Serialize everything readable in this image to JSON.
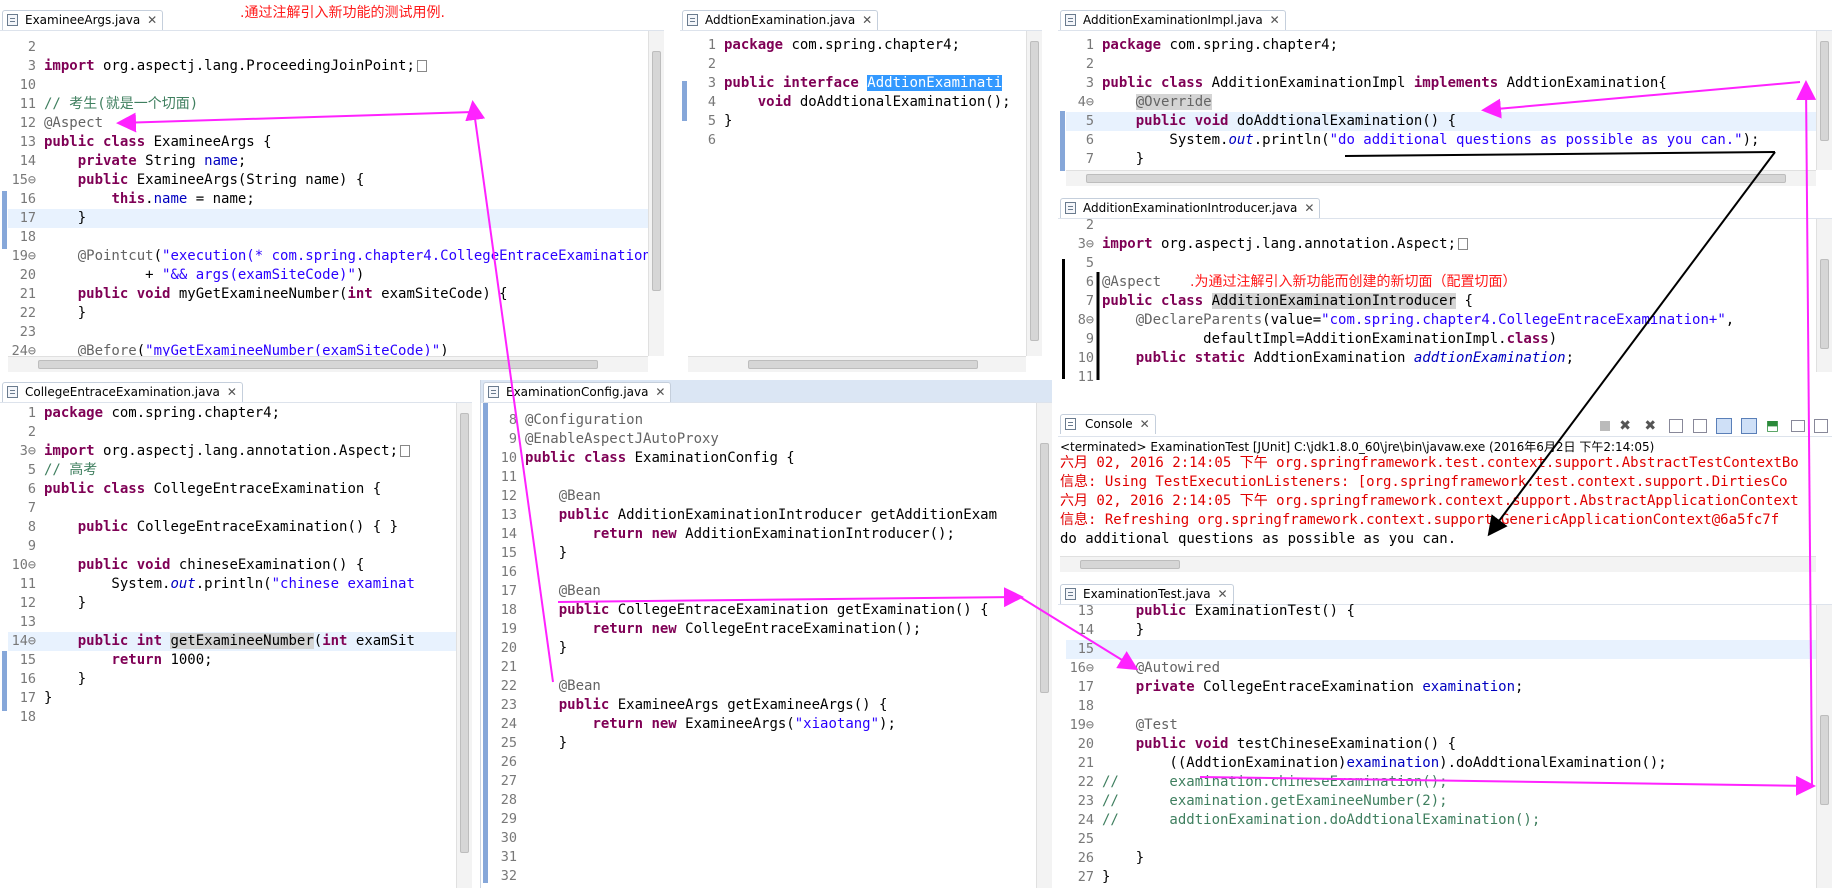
{
  "annotations": {
    "top": ".通过注解引入新功能的测试用例.",
    "aspect": ".为通过注解引入新功能而创建的新切面（配置切面）"
  },
  "panes": {
    "examineeArgs": {
      "tab": "ExamineeArgs.java",
      "lines": [
        {
          "n": "2",
          "html": ""
        },
        {
          "n": "3",
          "marker": true,
          "html": "<span class='kw'>import</span> org.aspectj.lang.ProceedingJoinPoint;<span class='box'></span>"
        },
        {
          "n": "10",
          "html": ""
        },
        {
          "n": "11",
          "html": "<span class='cm'>// 考生(就是一个切面)</span>"
        },
        {
          "n": "12",
          "html": "<span class='an'>@Aspect</span>"
        },
        {
          "n": "13",
          "html": "<span class='kw'>public class</span> ExamineeArgs {"
        },
        {
          "n": "14",
          "marker": true,
          "html": "    <span class='kw'>private</span> String <span class='fd'>name</span>;"
        },
        {
          "n": "15",
          "fold": true,
          "html": "    <span class='kw'>public</span> ExamineeArgs(String name) {"
        },
        {
          "n": "16",
          "html": "        <span class='kw'>this</span>.<span class='fd'>name</span> = name;"
        },
        {
          "n": "17",
          "cur": true,
          "html": "    }"
        },
        {
          "n": "18",
          "html": ""
        },
        {
          "n": "19",
          "fold": true,
          "html": "    <span class='an'>@Pointcut</span>(<span class='st'>\"execution(* com.spring.chapter4.CollegeEntraceExamination\"</span>"
        },
        {
          "n": "20",
          "html": "            + <span class='st'>\"&amp;&amp; args(examSiteCode)\"</span>)"
        },
        {
          "n": "21",
          "html": "    <span class='kw'>public void</span> myGetExamineeNumber(<span class='kw'>int</span> examSiteCode) {"
        },
        {
          "n": "22",
          "html": "    }"
        },
        {
          "n": "23",
          "html": ""
        },
        {
          "n": "24",
          "fold": true,
          "html": "    <span class='an'>@Before</span>(<span class='st'>\"myGetExamineeNumber(examSiteCode)\"</span>)"
        }
      ]
    },
    "addtionExamination": {
      "tab": "AddtionExamination.java",
      "lines": [
        {
          "n": "1",
          "html": "<span class='kw'>package</span> com.spring.chapter4;"
        },
        {
          "n": "2",
          "html": ""
        },
        {
          "n": "3",
          "html": "<span class='kw'>public interface</span> <span class='sel'>AddtionExaminati</span>"
        },
        {
          "n": "4",
          "html": "    <span class='kw'>void</span> doAddtionalExamination();"
        },
        {
          "n": "5",
          "html": "}"
        },
        {
          "n": "6",
          "html": ""
        }
      ]
    },
    "additionExaminationImpl": {
      "tab": "AdditionExaminationImpl.java",
      "lines": [
        {
          "n": "1",
          "html": "<span class='kw'>package</span> com.spring.chapter4;"
        },
        {
          "n": "2",
          "html": ""
        },
        {
          "n": "3",
          "html": "<span class='kw'>public class</span> AdditionExaminationImpl <span class='kw'>implements</span> AddtionExamination{"
        },
        {
          "n": "4",
          "fold": true,
          "html": "    <span class='an hl'>@Override</span>"
        },
        {
          "n": "5",
          "cur": true,
          "html": "    <span class='kw'>public void</span> doAddtionalExamination() {"
        },
        {
          "n": "6",
          "html": "        System.<span class='fi'>out</span>.println(<span class='st'>\"do additional questions as possible as you can.\"</span>);"
        },
        {
          "n": "7",
          "html": "    }"
        }
      ]
    },
    "introducer": {
      "tab": "AdditionExaminationIntroducer.java",
      "lines": [
        {
          "n": "2",
          "html": ""
        },
        {
          "n": "3",
          "fold": true,
          "html": "<span class='kw'>import</span> org.aspectj.lang.annotation.Aspect;<span class='box'></span>"
        },
        {
          "n": "5",
          "html": ""
        },
        {
          "n": "6",
          "html": "<span class='an'>@Aspect</span>"
        },
        {
          "n": "7",
          "html": "<span class='kw'>public class</span> <span class='hl'>AdditionExaminationIntroducer</span> {"
        },
        {
          "n": "8",
          "fold": true,
          "html": "    <span class='an'>@DeclareParents</span>(value=<span class='st'>\"com.spring.chapter4.CollegeEntraceExamination+\"</span>,"
        },
        {
          "n": "9",
          "html": "            defaultImpl=AdditionExaminationImpl.<span class='kw'>class</span>)"
        },
        {
          "n": "10",
          "html": "    <span class='kw'>public static</span> AddtionExamination <span class='fi'>addtionExamination</span>;"
        },
        {
          "n": "11",
          "html": ""
        }
      ]
    },
    "college": {
      "tab": "CollegeEntraceExamination.java",
      "lines": [
        {
          "n": "1",
          "html": "<span class='kw'>package</span> com.spring.chapter4;"
        },
        {
          "n": "2",
          "html": ""
        },
        {
          "n": "3",
          "fold": true,
          "marker": true,
          "html": "<span class='kw'>import</span> org.aspectj.lang.annotation.Aspect;<span class='box'></span>"
        },
        {
          "n": "5",
          "html": "<span class='cm'>// 高考</span>"
        },
        {
          "n": "6",
          "html": "<span class='kw'>public class</span> CollegeEntraceExamination {"
        },
        {
          "n": "7",
          "html": ""
        },
        {
          "n": "8",
          "html": "    <span class='kw'>public</span> CollegeEntraceExamination() { }"
        },
        {
          "n": "9",
          "html": ""
        },
        {
          "n": "10",
          "fold": true,
          "html": "    <span class='kw'>public void</span> chineseExamination() {"
        },
        {
          "n": "11",
          "html": "        System.<span class='fi'>out</span>.println(<span class='st'>\"chinese examinat</span>"
        },
        {
          "n": "12",
          "html": "    }"
        },
        {
          "n": "13",
          "html": ""
        },
        {
          "n": "14",
          "fold": true,
          "cur": true,
          "html": "    <span class='kw'>public int</span> <span class='hl'>getExamineeNumber</span>(<span class='kw'>int</span> examSit"
        },
        {
          "n": "15",
          "html": "        <span class='kw'>return</span> 1000;"
        },
        {
          "n": "16",
          "html": "    }"
        },
        {
          "n": "17",
          "html": "}"
        },
        {
          "n": "18",
          "html": ""
        }
      ]
    },
    "config": {
      "tab": "ExaminationConfig.java",
      "lines": [
        {
          "n": "8",
          "html": "<span class='an'>@Configuration</span>"
        },
        {
          "n": "9",
          "html": "<span class='an'>@EnableAspectJAutoProxy</span>"
        },
        {
          "n": "10",
          "html": "<span class='kw'>public class</span> ExaminationConfig {"
        },
        {
          "n": "11",
          "html": ""
        },
        {
          "n": "12",
          "html": "    <span class='an'>@Bean</span>"
        },
        {
          "n": "13",
          "html": "    <span class='kw'>public</span> AdditionExaminationIntroducer getAdditionExam"
        },
        {
          "n": "14",
          "html": "        <span class='kw'>return new</span> AdditionExaminationIntroducer();"
        },
        {
          "n": "15",
          "html": "    }"
        },
        {
          "n": "16",
          "html": ""
        },
        {
          "n": "17",
          "html": "    <span class='an'>@Bean</span>"
        },
        {
          "n": "18",
          "html": "    <span class='kw'>public</span> CollegeEntraceExamination getExamination() {"
        },
        {
          "n": "19",
          "html": "        <span class='kw'>return new</span> CollegeEntraceExamination();"
        },
        {
          "n": "20",
          "html": "    }"
        },
        {
          "n": "21",
          "html": ""
        },
        {
          "n": "22",
          "html": "    <span class='an'>@Bean</span>"
        },
        {
          "n": "23",
          "html": "    <span class='kw'>public</span> ExamineeArgs getExamineeArgs() {"
        },
        {
          "n": "24",
          "html": "        <span class='kw'>return new</span> ExamineeArgs(<span class='st'>\"xiaotang\"</span>);"
        },
        {
          "n": "25",
          "html": "    }"
        },
        {
          "n": "26",
          "html": ""
        },
        {
          "n": "27",
          "html": ""
        },
        {
          "n": "28",
          "html": ""
        },
        {
          "n": "29",
          "html": ""
        },
        {
          "n": "30",
          "html": ""
        },
        {
          "n": "31",
          "html": ""
        },
        {
          "n": "32",
          "html": ""
        }
      ]
    },
    "console": {
      "tab": "Console",
      "status": "<terminated> ExaminationTest [JUnit] C:\\jdk1.8.0_60\\jre\\bin\\javaw.exe (2016年6月2日 下午2:14:05)",
      "lines": [
        {
          "cls": "c-red",
          "text": "六月 02, 2016 2:14:05 下午 org.springframework.test.context.support.AbstractTestContextBo"
        },
        {
          "cls": "c-red",
          "text": "信息: Using TestExecutionListeners: [org.springframework.test.context.support.DirtiesCo"
        },
        {
          "cls": "c-red",
          "text": "六月 02, 2016 2:14:05 下午 org.springframework.context.support.AbstractApplicationContext"
        },
        {
          "cls": "c-red",
          "text": "信息: Refreshing org.springframework.context.support.GenericApplicationContext@6a5fc7f"
        },
        {
          "cls": "c-black",
          "text": "do additional questions as possible as you can."
        }
      ]
    },
    "test": {
      "tab": "ExaminationTest.java",
      "lines": [
        {
          "n": "13",
          "html": "    <span class='kw'>public</span> ExaminationTest() {"
        },
        {
          "n": "14",
          "html": "    }"
        },
        {
          "n": "15",
          "cur": true,
          "html": ""
        },
        {
          "n": "16",
          "fold": true,
          "html": "    <span class='an'>@Autowired</span>"
        },
        {
          "n": "17",
          "html": "    <span class='kw'>private</span> CollegeEntraceExamination <span class='fd'>examination</span>;"
        },
        {
          "n": "18",
          "html": ""
        },
        {
          "n": "19",
          "fold": true,
          "html": "    <span class='an'>@Test</span>"
        },
        {
          "n": "20",
          "html": "    <span class='kw'>public void</span> testChineseExamination() {"
        },
        {
          "n": "21",
          "html": "        ((AddtionExamination)<span class='fd'>examination</span>).doAddtionalExamination();"
        },
        {
          "n": "22",
          "html": "<span class='cm'>//      examination.chineseExamination();</span>"
        },
        {
          "n": "23",
          "html": "<span class='cm'>//      examination.getExamineeNumber(2);</span>"
        },
        {
          "n": "24",
          "html": "<span class='cm'>//      addtionExamination.doAddtionalExamination();</span>"
        },
        {
          "n": "25",
          "html": ""
        },
        {
          "n": "26",
          "html": "    }"
        },
        {
          "n": "27",
          "html": "}"
        }
      ]
    }
  }
}
